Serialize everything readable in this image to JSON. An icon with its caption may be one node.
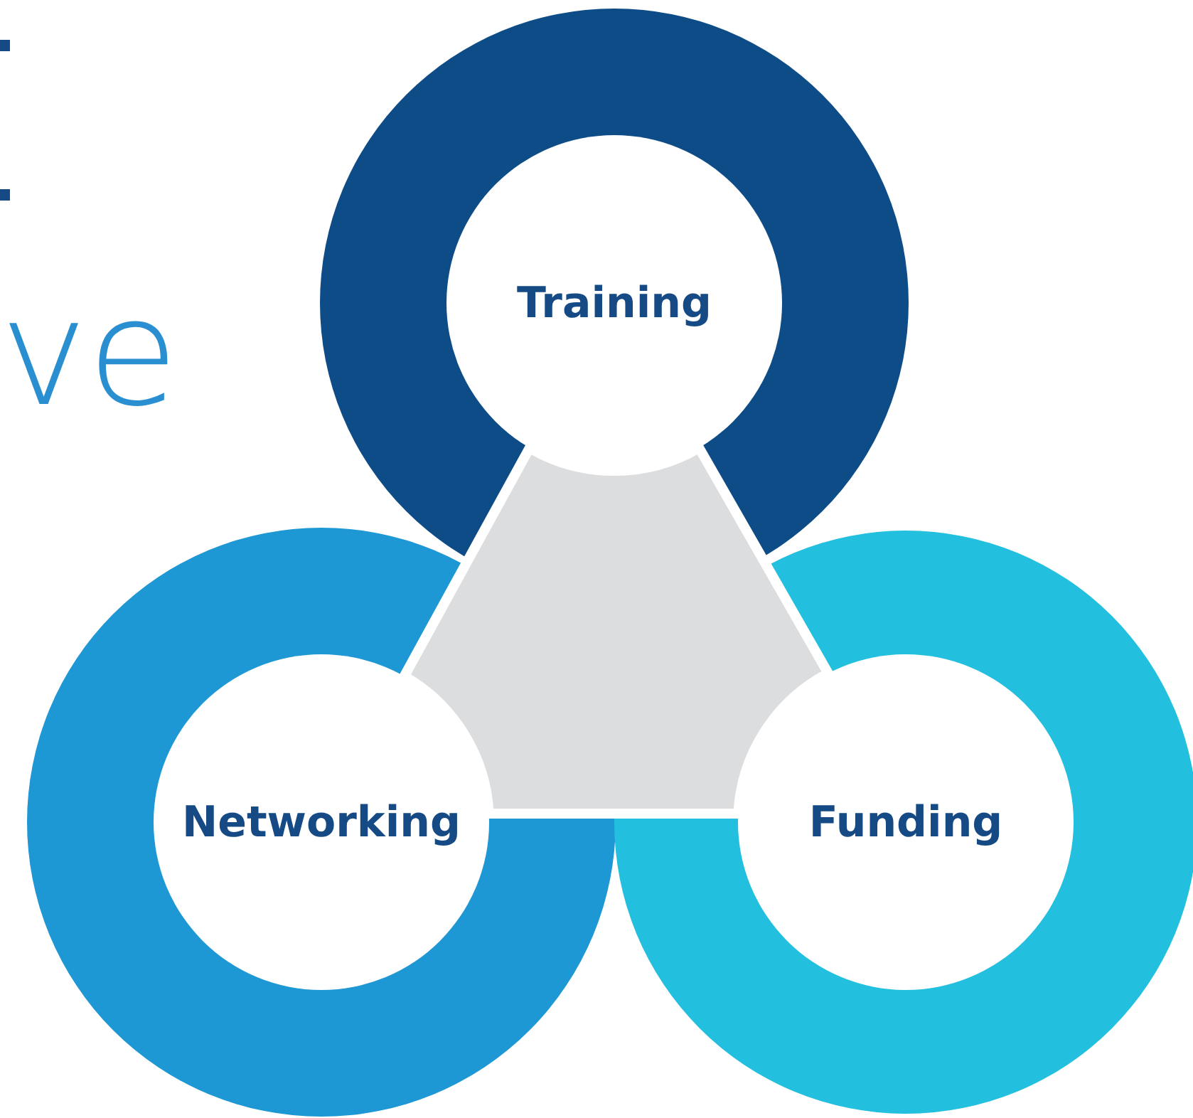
{
  "diagram": {
    "nodes": [
      {
        "text": [
          "Training"
        ]
      },
      {
        "text": [
          "Networking"
        ]
      },
      {
        "text": [
          "Funding"
        ]
      },
      {
        "text": [],
        "shape": "hexagon"
      }
    ],
    "edges": [],
    "labels": [
      "ve"
    ]
  }
}
